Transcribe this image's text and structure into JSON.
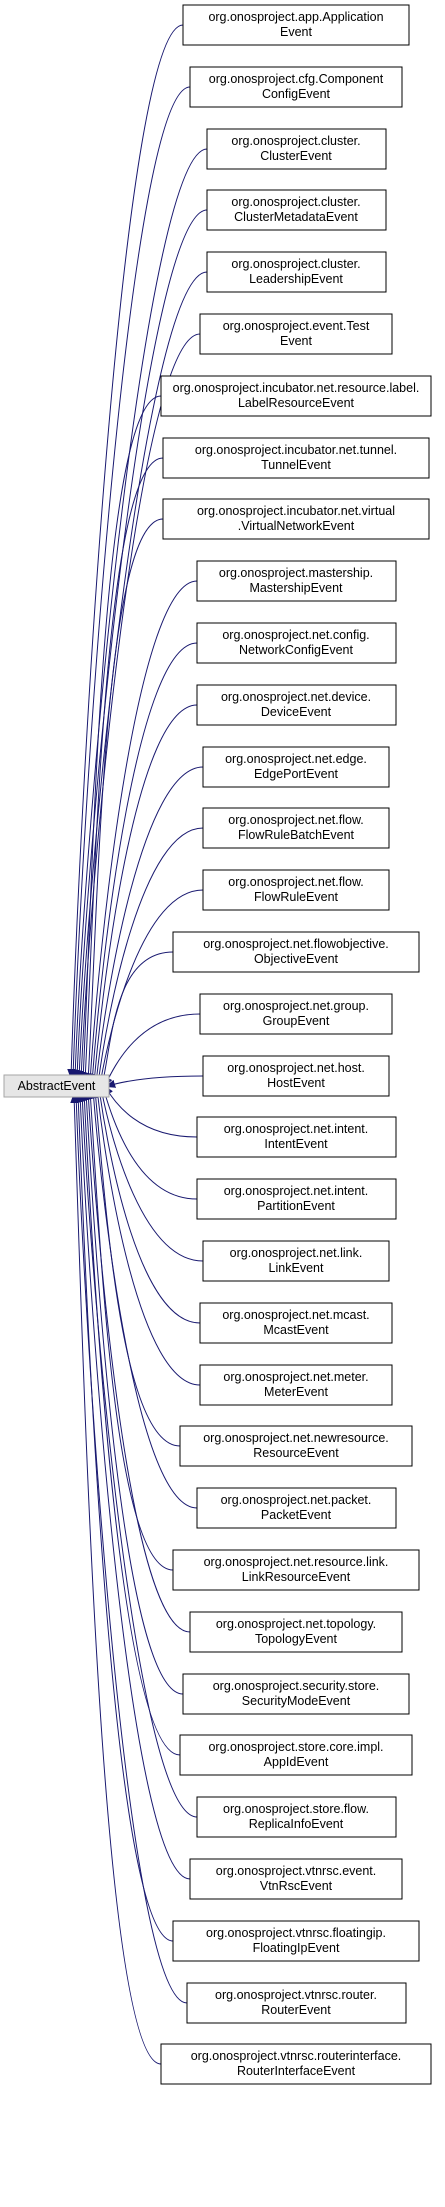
{
  "diagram": {
    "edge_color": "#191970",
    "root": {
      "label": "AbstractEvent",
      "fill": "#e6e6e6",
      "border": "#a6a6a6"
    },
    "nodes": [
      {
        "lines": [
          "org.onosproject.app.Application",
          "Event"
        ]
      },
      {
        "lines": [
          "org.onosproject.cfg.Component",
          "ConfigEvent"
        ]
      },
      {
        "lines": [
          "org.onosproject.cluster.",
          "ClusterEvent"
        ]
      },
      {
        "lines": [
          "org.onosproject.cluster.",
          "ClusterMetadataEvent"
        ]
      },
      {
        "lines": [
          "org.onosproject.cluster.",
          "LeadershipEvent"
        ]
      },
      {
        "lines": [
          "org.onosproject.event.Test",
          "Event"
        ]
      },
      {
        "lines": [
          "org.onosproject.incubator.net.resource.label.",
          "LabelResourceEvent"
        ]
      },
      {
        "lines": [
          "org.onosproject.incubator.net.tunnel.",
          "TunnelEvent"
        ]
      },
      {
        "lines": [
          "org.onosproject.incubator.net.virtual",
          ".VirtualNetworkEvent"
        ]
      },
      {
        "lines": [
          "org.onosproject.mastership.",
          "MastershipEvent"
        ]
      },
      {
        "lines": [
          "org.onosproject.net.config.",
          "NetworkConfigEvent"
        ]
      },
      {
        "lines": [
          "org.onosproject.net.device.",
          "DeviceEvent"
        ]
      },
      {
        "lines": [
          "org.onosproject.net.edge.",
          "EdgePortEvent"
        ]
      },
      {
        "lines": [
          "org.onosproject.net.flow.",
          "FlowRuleBatchEvent"
        ]
      },
      {
        "lines": [
          "org.onosproject.net.flow.",
          "FlowRuleEvent"
        ]
      },
      {
        "lines": [
          "org.onosproject.net.flowobjective.",
          "ObjectiveEvent"
        ]
      },
      {
        "lines": [
          "org.onosproject.net.group.",
          "GroupEvent"
        ]
      },
      {
        "lines": [
          "org.onosproject.net.host.",
          "HostEvent"
        ]
      },
      {
        "lines": [
          "org.onosproject.net.intent.",
          "IntentEvent"
        ]
      },
      {
        "lines": [
          "org.onosproject.net.intent.",
          "PartitionEvent"
        ]
      },
      {
        "lines": [
          "org.onosproject.net.link.",
          "LinkEvent"
        ]
      },
      {
        "lines": [
          "org.onosproject.net.mcast.",
          "McastEvent"
        ]
      },
      {
        "lines": [
          "org.onosproject.net.meter.",
          "MeterEvent"
        ]
      },
      {
        "lines": [
          "org.onosproject.net.newresource.",
          "ResourceEvent"
        ]
      },
      {
        "lines": [
          "org.onosproject.net.packet.",
          "PacketEvent"
        ]
      },
      {
        "lines": [
          "org.onosproject.net.resource.link.",
          "LinkResourceEvent"
        ]
      },
      {
        "lines": [
          "org.onosproject.net.topology.",
          "TopologyEvent"
        ]
      },
      {
        "lines": [
          "org.onosproject.security.store.",
          "SecurityModeEvent"
        ]
      },
      {
        "lines": [
          "org.onosproject.store.core.impl.",
          "AppIdEvent"
        ]
      },
      {
        "lines": [
          "org.onosproject.store.flow.",
          "ReplicaInfoEvent"
        ]
      },
      {
        "lines": [
          "org.onosproject.vtnrsc.event.",
          "VtnRscEvent"
        ]
      },
      {
        "lines": [
          "org.onosproject.vtnrsc.floatingip.",
          "FloatingIpEvent"
        ]
      },
      {
        "lines": [
          "org.onosproject.vtnrsc.router.",
          "RouterEvent"
        ]
      },
      {
        "lines": [
          "org.onosproject.vtnrsc.routerinterface.",
          "RouterInterfaceEvent"
        ]
      }
    ]
  }
}
